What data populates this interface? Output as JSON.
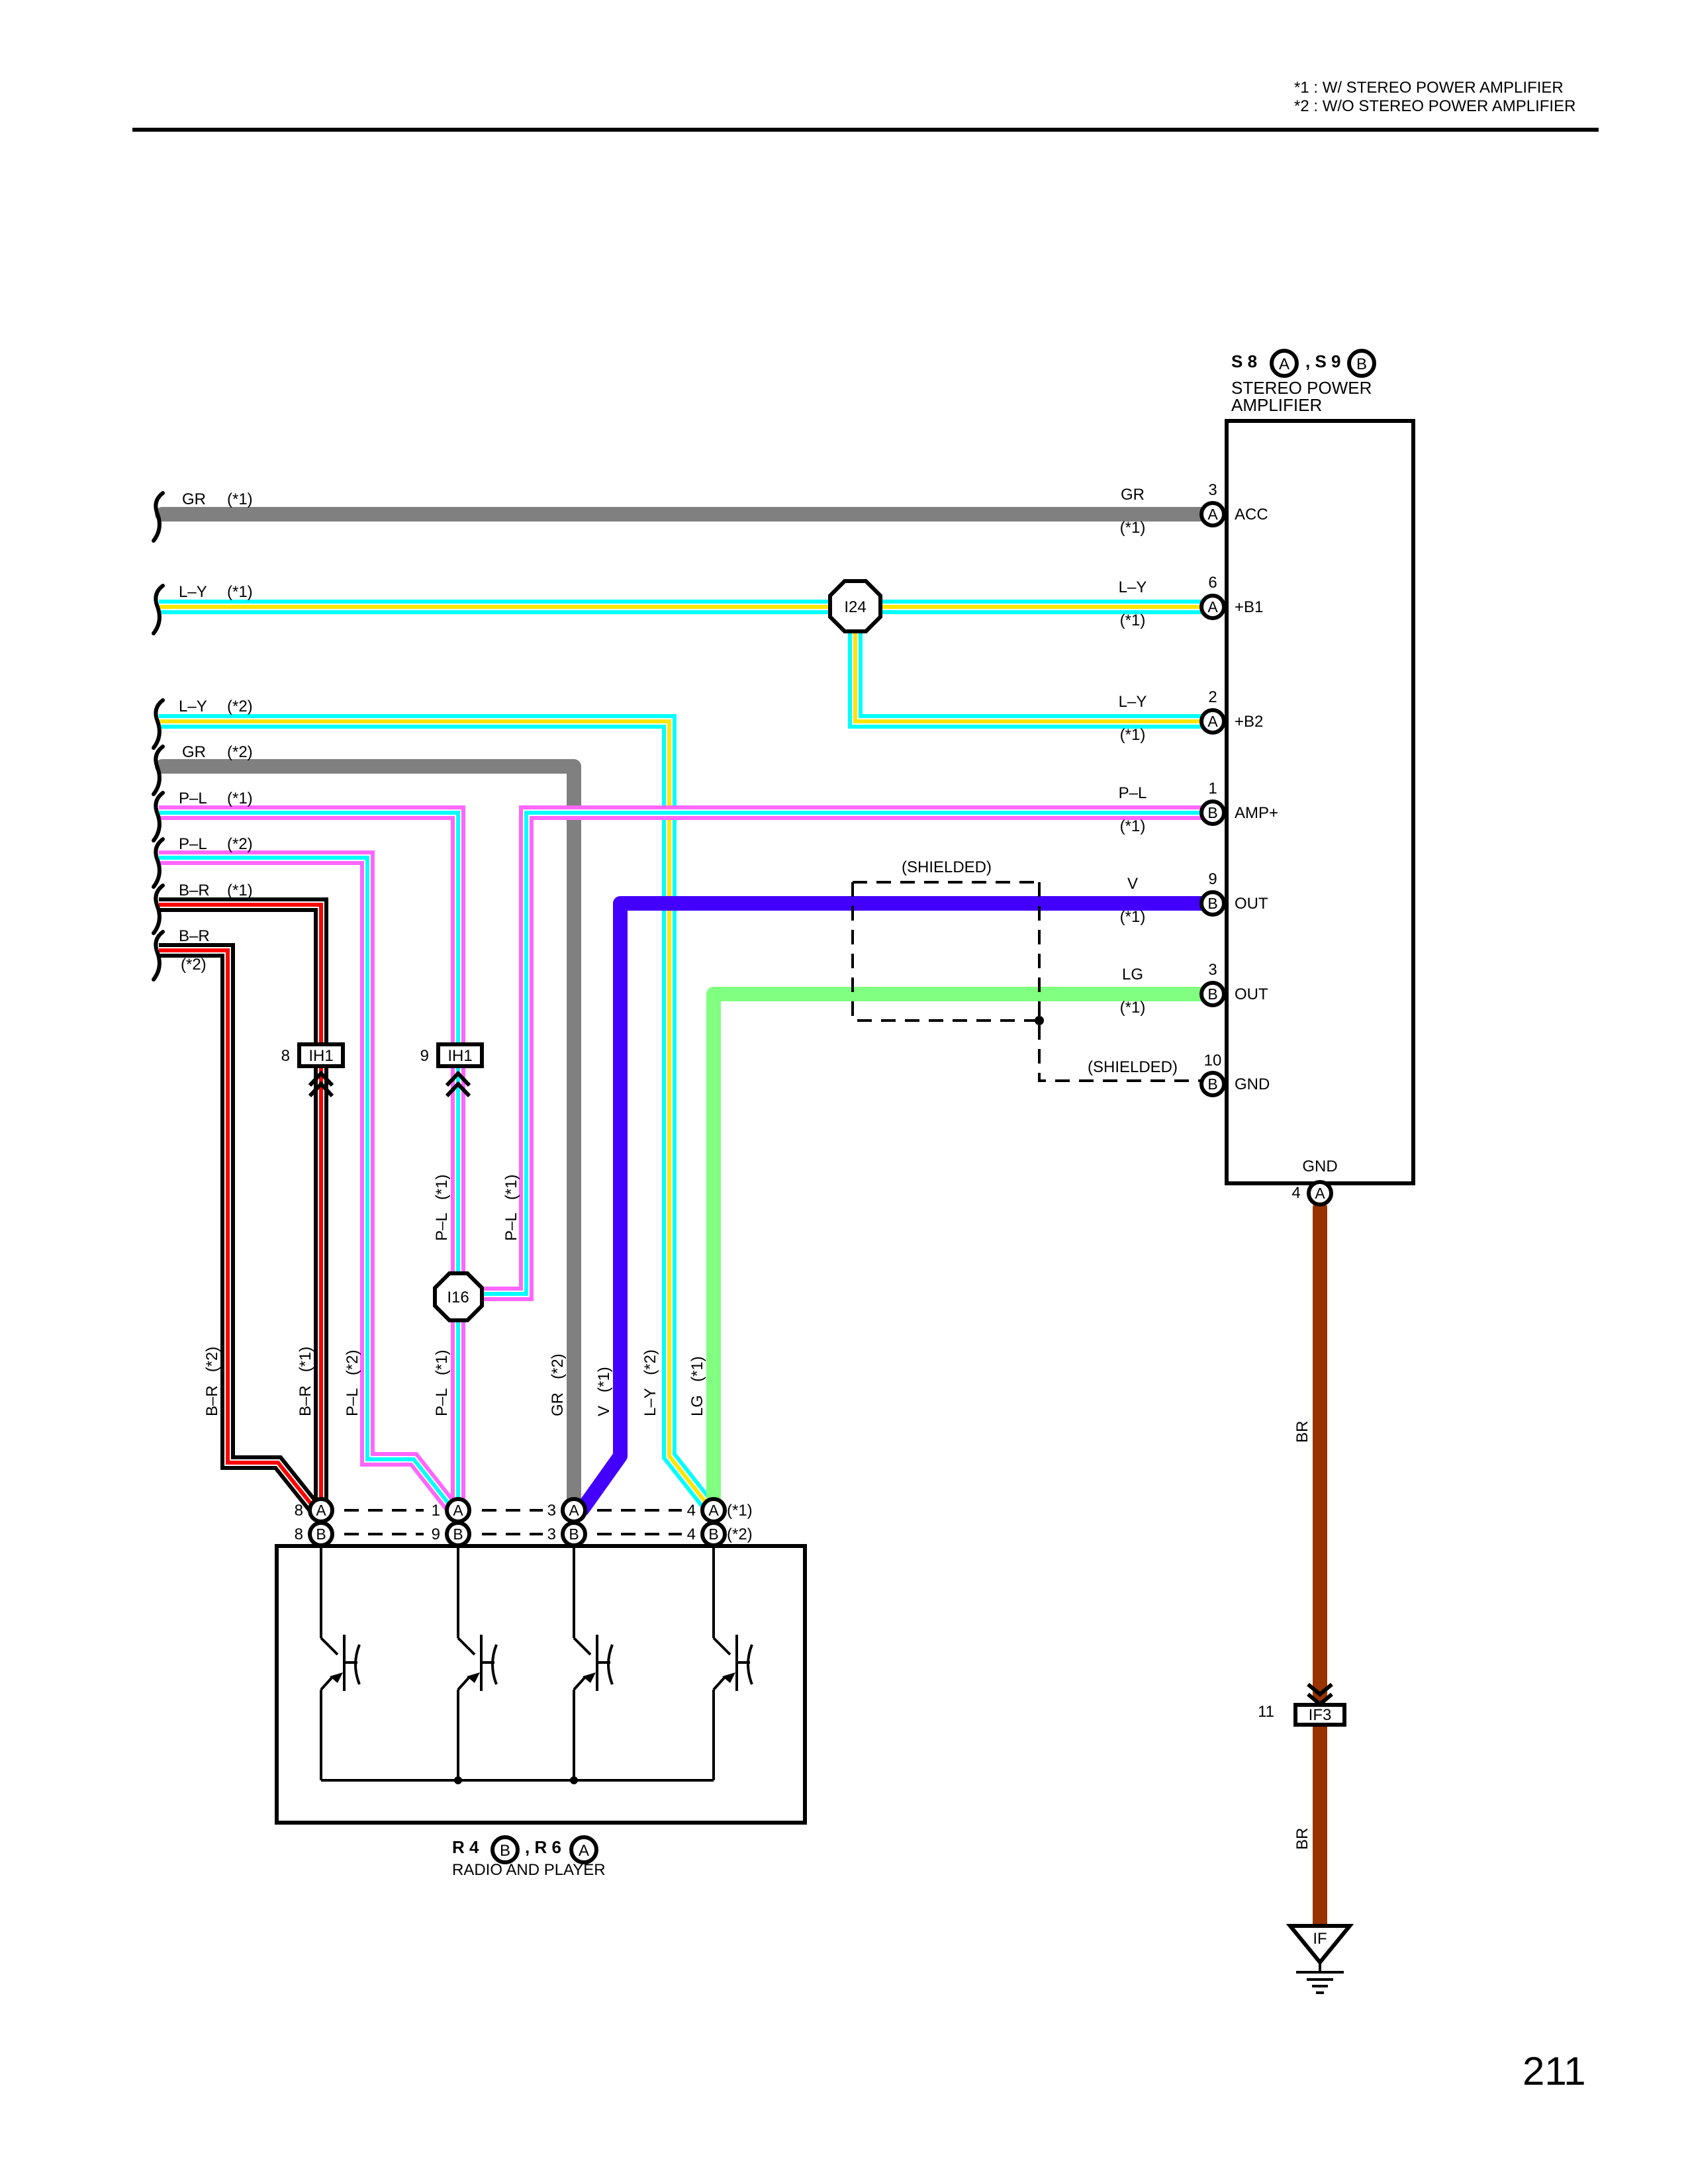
{
  "notes": {
    "note1": "*1  : W/ STEREO POWER AMPLIFIER",
    "note2": "*2  : W/O STEREO POWER AMPLIFIER"
  },
  "page_number": "211",
  "colors": {
    "GR": "#808080",
    "L": "#00ffff",
    "Y": "#ffe600",
    "P": "#ff66ff",
    "B": "#000000",
    "R": "#ff0000",
    "V": "#4400ff",
    "LG": "#80ff80",
    "BR": "#993300"
  },
  "amplifier": {
    "code1": "S 8",
    "conn1": "A",
    "sep": ", S 9",
    "conn2": "B",
    "name_line1": "STEREO POWER",
    "name_line2": "AMPLIFIER",
    "pins": [
      {
        "pin": "3",
        "conn": "A",
        "func": "ACC",
        "wire": "GR",
        "variant": "(*1)"
      },
      {
        "pin": "6",
        "conn": "A",
        "func": "+B1",
        "wire": "L–Y",
        "variant": "(*1)"
      },
      {
        "pin": "2",
        "conn": "A",
        "func": "+B2",
        "wire": "L–Y",
        "variant": "(*1)"
      },
      {
        "pin": "1",
        "conn": "B",
        "func": "AMP+",
        "wire": "P–L",
        "variant": "(*1)"
      },
      {
        "pin": "9",
        "conn": "B",
        "func": "OUT",
        "wire": "V",
        "variant": "(*1)"
      },
      {
        "pin": "3",
        "conn": "B",
        "func": "OUT",
        "wire": "LG",
        "variant": "(*1)"
      },
      {
        "pin": "10",
        "conn": "B",
        "func": "GND",
        "wire": "(SHIELDED)",
        "variant": ""
      }
    ],
    "gnd_label": "GND",
    "gnd_pin": "4",
    "gnd_conn": "A"
  },
  "left_wires": [
    {
      "color": "GR",
      "variant": "(*1)"
    },
    {
      "color": "L–Y",
      "variant": "(*1)"
    },
    {
      "color": "L–Y",
      "variant": "(*2)"
    },
    {
      "color": "GR",
      "variant": "(*2)"
    },
    {
      "color": "P–L",
      "variant": "(*1)"
    },
    {
      "color": "P–L",
      "variant": "(*2)"
    },
    {
      "color": "B–R",
      "variant": "(*1)"
    },
    {
      "color": "B–R",
      "variant": "(*2)"
    }
  ],
  "junctions": {
    "i24": "I24",
    "i16": "I16",
    "ih1_a_pin": "8",
    "ih1_b_pin": "9",
    "ih1": "IH1",
    "if3_pin": "11",
    "if3": "IF3",
    "ground": "IF"
  },
  "shielded_label": "(SHIELDED)",
  "vertical_labels": [
    {
      "text": "B–R   (*2)"
    },
    {
      "text": "B–R   (*1)"
    },
    {
      "text": "P–L   (*2)"
    },
    {
      "text": "P–L   (*1)"
    },
    {
      "text": "GR   (*2)"
    },
    {
      "text": "V   (*1)"
    },
    {
      "text": "L–Y   (*2)"
    },
    {
      "text": "LG   (*1)"
    },
    {
      "text": "P–L   (*1)"
    },
    {
      "text": "P–L   (*1)"
    }
  ],
  "br_label": "BR",
  "radio": {
    "code1": "R 4",
    "conn1": "B",
    "sep": ", R 6",
    "conn2": "A",
    "name": "RADIO AND PLAYER",
    "pins_a": [
      "8",
      "1",
      "3",
      "4"
    ],
    "pins_b": [
      "8",
      "9",
      "3",
      "4"
    ],
    "conn_a": "A",
    "conn_b": "B",
    "variant_a": "(*1)",
    "variant_b": "(*2)"
  }
}
